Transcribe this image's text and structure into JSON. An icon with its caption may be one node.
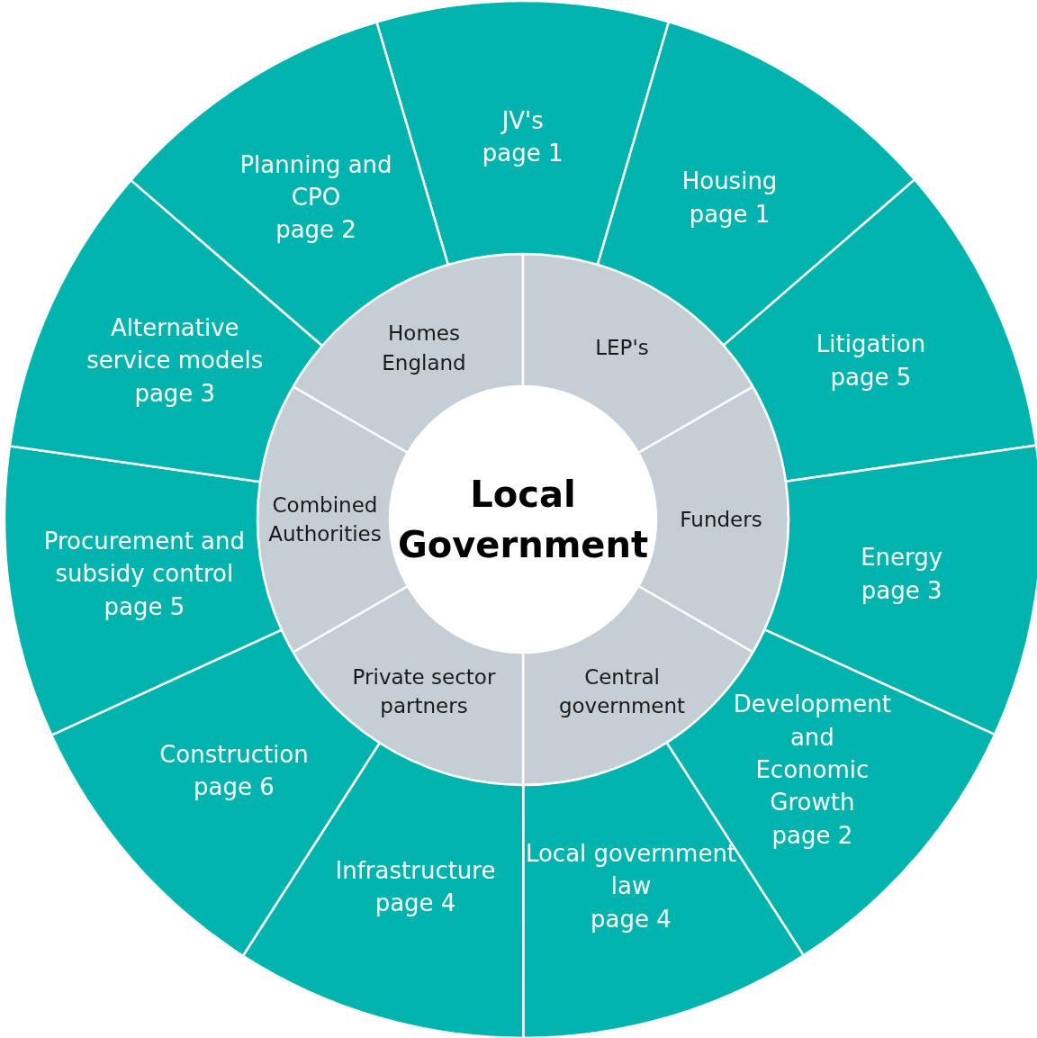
{
  "diagram": {
    "nodes": [
      {
        "text": [
          "Local Government"
        ]
      },
      {
        "text": [
          "Homes England"
        ]
      },
      {
        "text": [
          "LEP's"
        ]
      },
      {
        "text": [
          "Funders"
        ]
      },
      {
        "text": [
          "Central government"
        ]
      },
      {
        "text": [
          "Private sector partners"
        ]
      },
      {
        "text": [
          "Combined Authorities"
        ]
      },
      {
        "text": [
          "JV's",
          "page 1"
        ]
      },
      {
        "text": [
          "Housing",
          "page 1"
        ]
      },
      {
        "text": [
          "Litigation",
          "page 5"
        ]
      },
      {
        "text": [
          "Energy",
          "page 3"
        ]
      },
      {
        "text": [
          "Development and Economic Growth",
          "page 2"
        ]
      },
      {
        "text": [
          "Local government law",
          "page 4"
        ]
      },
      {
        "text": [
          "Infrastructure",
          "page 4"
        ]
      },
      {
        "text": [
          "Construction",
          "page 6"
        ]
      },
      {
        "text": [
          "Procurement and subsidy control",
          "page 5"
        ]
      },
      {
        "text": [
          "Alternative service models",
          "page 3"
        ]
      },
      {
        "text": [
          "Planning and CPO",
          "page 2"
        ]
      }
    ]
  }
}
